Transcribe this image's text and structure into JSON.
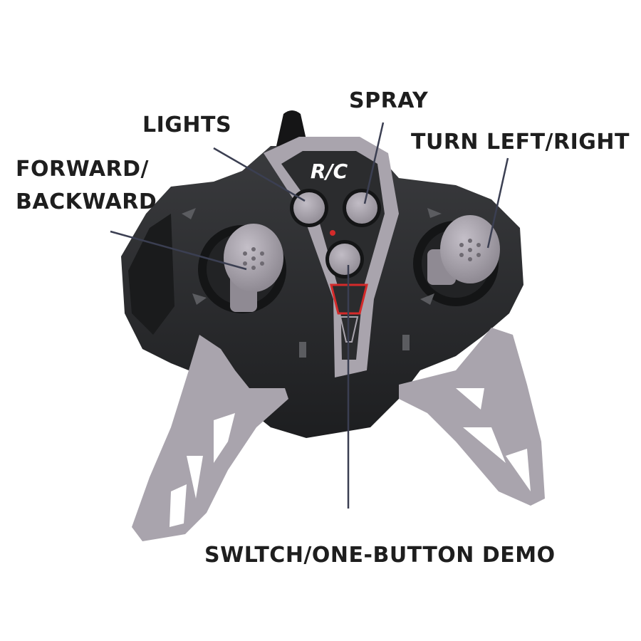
{
  "labels": {
    "lights": "LIGHTS",
    "spray": "SPRAY",
    "turn": "TURN LEFT/RIGHT",
    "forward_line1": "FORWARD/",
    "forward_line2": "BACKWARD",
    "switch": "SWLTCH/ONE-BUTTON DEMO"
  },
  "logo_text": "R/C",
  "colors": {
    "body": "#2b2c2e",
    "body_shadow": "#1a1b1c",
    "grip": "#a9a4ad",
    "grip_dark": "#8f8a93",
    "text": "#1e1e1e",
    "leader": "#3b3f52",
    "accent_red": "#d42a2a"
  },
  "icons": {
    "left_stick": "joystick-icon",
    "right_stick": "joystick-icon",
    "lights_button": "round-button-icon",
    "spray_button": "round-button-icon",
    "switch_button": "round-button-icon",
    "antenna": "antenna-icon"
  }
}
